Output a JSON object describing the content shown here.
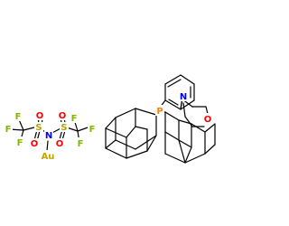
{
  "molecule": {
    "atoms": {
      "F1": "F",
      "F2": "F",
      "F3": "F",
      "F4": "F",
      "F5": "F",
      "F6": "F",
      "S1": "S",
      "S2": "S",
      "O1": "O",
      "O2": "O",
      "O3": "O",
      "O4": "O",
      "N_imide": "N",
      "Au": "Au",
      "P": "P",
      "N_amine": "N",
      "O_morph": "O"
    },
    "colors": {
      "fluorine": "#7fb800",
      "sulfur": "#b5a000",
      "oxygen": "#ff0000",
      "nitrogen": "#0000ff",
      "gold": "#c8a400",
      "phosphorus": "#ff8000",
      "carbon_bond": "#000000"
    }
  }
}
